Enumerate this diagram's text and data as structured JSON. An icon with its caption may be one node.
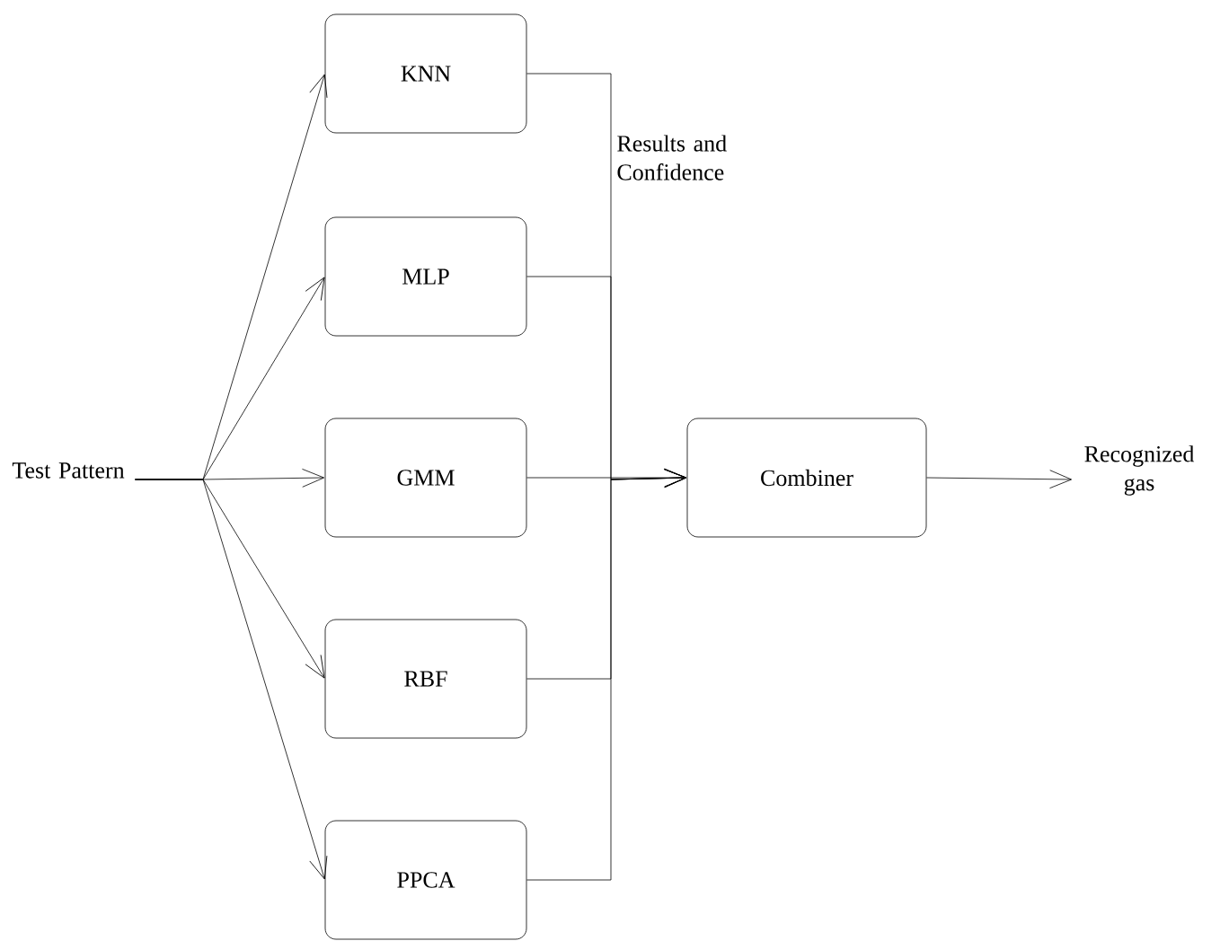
{
  "diagram": {
    "nodes": [
      {
        "text": [
          "Test Pattern"
        ]
      },
      {
        "text": [
          "KNN"
        ]
      },
      {
        "text": [
          "MLP"
        ]
      },
      {
        "text": [
          "GMM"
        ]
      },
      {
        "text": [
          "RBF"
        ]
      },
      {
        "text": [
          "PPCA"
        ]
      },
      {
        "text": [
          "Combiner"
        ]
      },
      {
        "text": [
          "Recognized gas"
        ]
      }
    ],
    "edges": [
      {
        "from": 0,
        "to": 1,
        "arrow": "to"
      },
      {
        "from": 0,
        "to": 2,
        "arrow": "to"
      },
      {
        "from": 0,
        "to": 3,
        "arrow": "to"
      },
      {
        "from": 0,
        "to": 4,
        "arrow": "to"
      },
      {
        "from": 0,
        "to": 5,
        "arrow": "to"
      },
      {
        "from": 1,
        "to": 6,
        "arrow": "to"
      },
      {
        "from": 2,
        "to": 6,
        "arrow": "to"
      },
      {
        "from": 3,
        "to": 6,
        "arrow": "to"
      },
      {
        "from": 4,
        "to": 6,
        "arrow": "to"
      },
      {
        "from": 5,
        "to": 6,
        "arrow": "to"
      },
      {
        "from": 6,
        "to": 7,
        "arrow": "to"
      }
    ],
    "labels": [
      "Results and Confidence"
    ]
  }
}
